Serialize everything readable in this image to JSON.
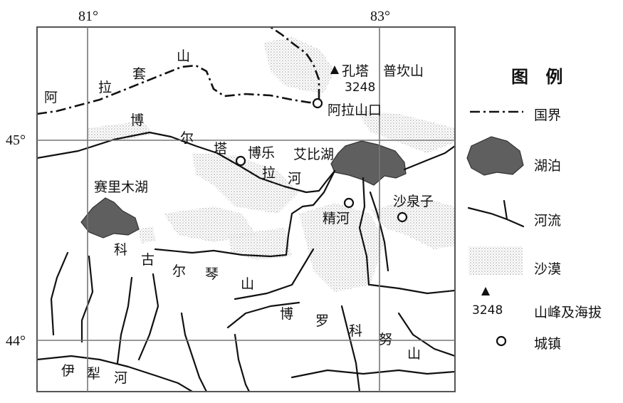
{
  "coords": {
    "lon_81": "81°",
    "lon_83": "83°",
    "lat_45": "45°",
    "lat_44": "44°"
  },
  "labels": {
    "alatau_1": "阿",
    "alatau_2": "拉",
    "alatau_3": "套",
    "alatau_4": "山",
    "peak_name": "孔塔",
    "peak_name2": "普坎山",
    "peak_elev": "3248",
    "pass": "阿拉山口",
    "river_bo": "博",
    "river_er": "尔",
    "river_ta": "塔",
    "river_la": "拉",
    "river_he": "河",
    "town_bole": "博乐",
    "lake_ebinur": "艾比湖",
    "lake_sayram": "赛里木湖",
    "town_jinghe": "精河",
    "town_shaquanzi": "沙泉子",
    "keguqin_1": "科",
    "keguqin_2": "古",
    "keguqin_3": "尔",
    "keguqin_4": "琴",
    "keguqin_5": "山",
    "boluo_1": "博",
    "boluo_2": "罗",
    "boluo_3": "科",
    "boluo_4": "努",
    "boluo_5": "山",
    "yili_1": "伊",
    "yili_2": "犁",
    "yili_3": "河"
  },
  "legend": {
    "title": "图 例",
    "border": "国界",
    "lake": "湖泊",
    "river": "河流",
    "desert": "沙漠",
    "peak_sample": "3248",
    "peak": "山峰及海拔",
    "town": "城镇"
  },
  "colors": {
    "lake_fill": "#5f5f5f",
    "line": "#111111",
    "grid": "#777777",
    "desert_dot": "#9a9a9a"
  }
}
